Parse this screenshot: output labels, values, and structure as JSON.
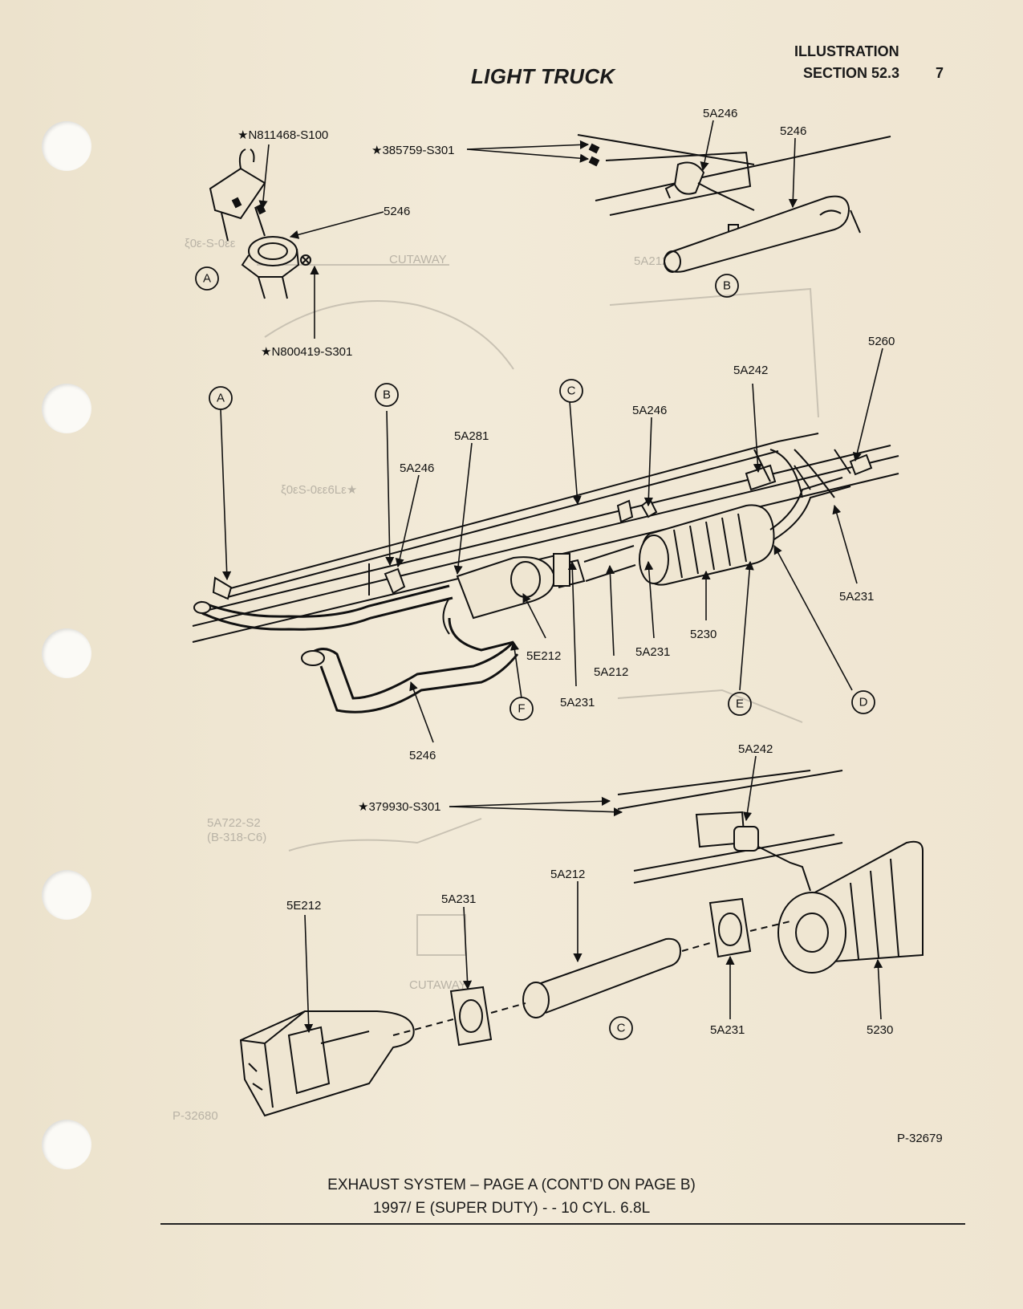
{
  "header": {
    "illustration_label": "ILLUSTRATION",
    "section_label": "SECTION 52.3",
    "page_number": "7",
    "title": "LIGHT TRUCK"
  },
  "callouts": {
    "A": "A",
    "B": "B",
    "C": "C",
    "D": "D",
    "E": "E",
    "F": "F"
  },
  "detail_a": {
    "part_stud": "★N811468-S100",
    "part_gasket": "5246",
    "part_nut": "★N800419-S301"
  },
  "detail_b": {
    "part_bolts": "★385759-S301",
    "part_hanger": "5A246",
    "part_pipe": "5246"
  },
  "main_view": {
    "labels": {
      "p5A281": "5A281",
      "p5A246_left": "5A246",
      "p5A246_mid": "5A246",
      "p5A242": "5A242",
      "p5260": "5260",
      "p5A231_right": "5A231",
      "p5230": "5230",
      "p5A231_mid": "5A231",
      "p5E212": "5E212",
      "p5A212": "5A212",
      "p5A231_bottom": "5A231",
      "p5246": "5246"
    }
  },
  "detail_c": {
    "part_bolts": "★379930-S301",
    "part_bracket": "5A242",
    "part_pipe": "5A212",
    "part_converter": "5E212",
    "part_clamp_left": "5A231",
    "part_clamp_right": "5A231",
    "part_muffler": "5230"
  },
  "figure_number": "P-32679",
  "footer": {
    "line1": "EXHAUST SYSTEM – PAGE A (CONT'D ON PAGE B)",
    "line2": "1997/ E (SUPER DUTY) - - 10 CYL. 6.8L"
  },
  "colors": {
    "paper": "#efe6d2",
    "ink": "#111111",
    "bleed_through": "#b9b3a6"
  }
}
